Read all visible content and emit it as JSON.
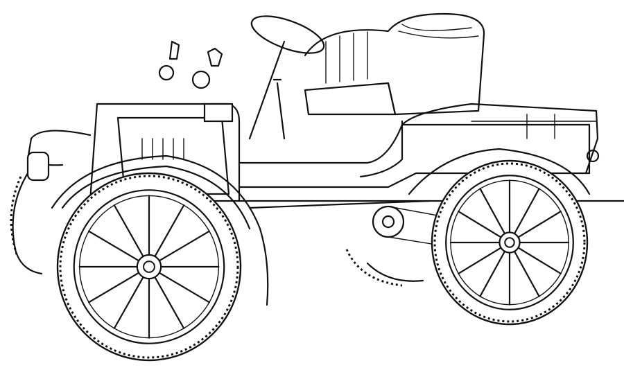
{
  "illustration": {
    "subject": "antique-automobile-line-art",
    "colors": {
      "line": "#111111",
      "background": "#ffffff"
    },
    "front_wheel_spokes": 12,
    "rear_wheel_spokes": 12
  }
}
